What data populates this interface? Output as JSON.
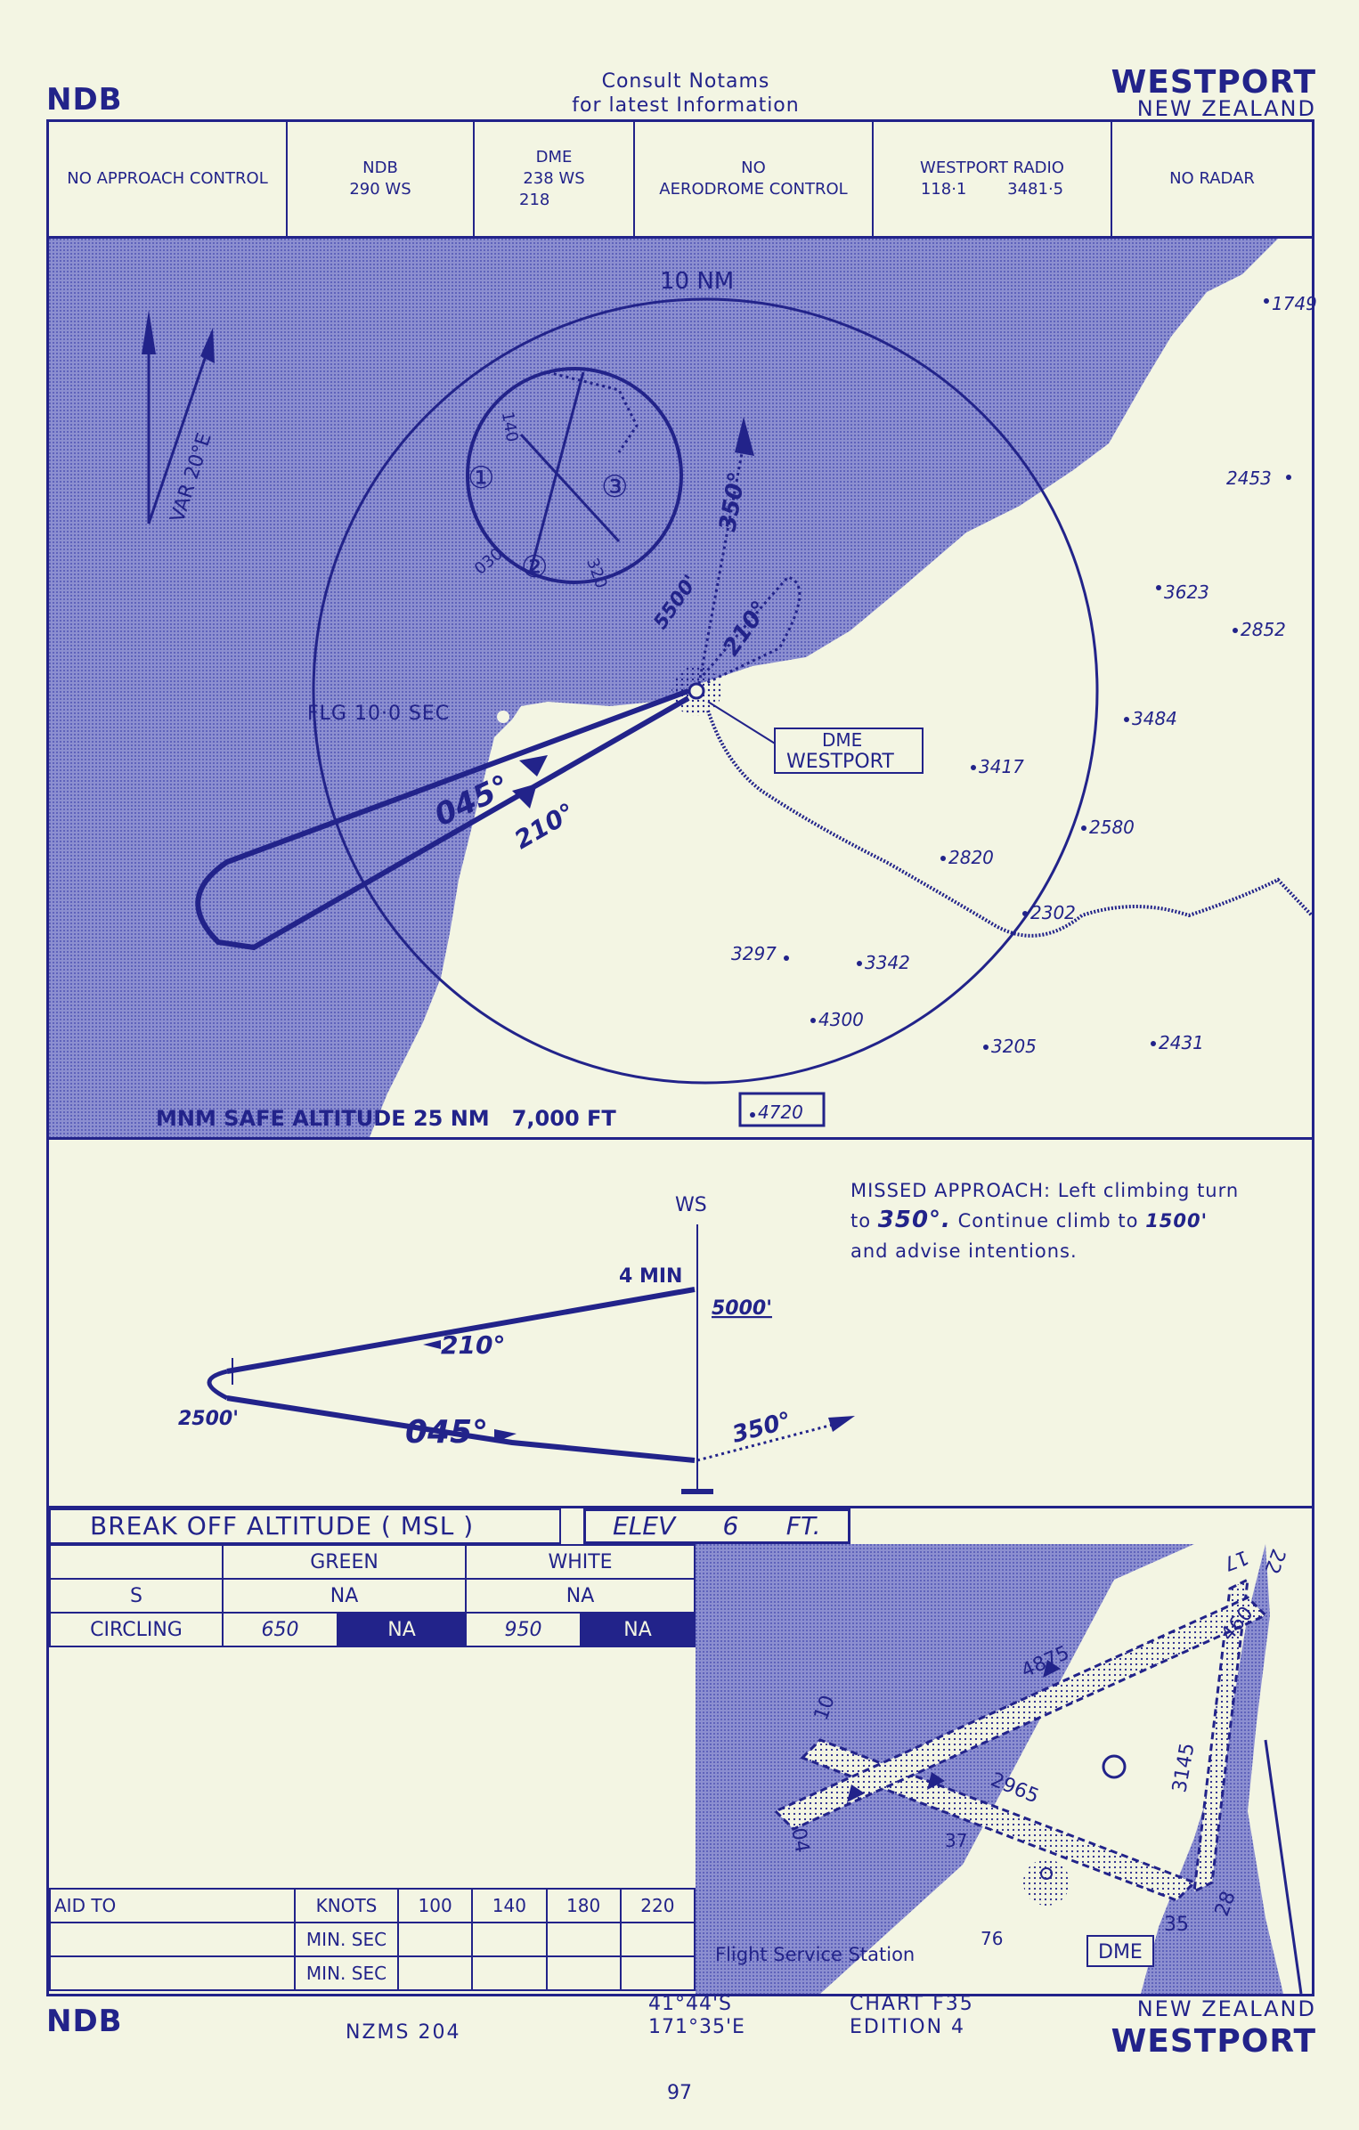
{
  "header": {
    "procedure": "NDB",
    "notice_line1": "Consult Notams",
    "notice_line2": "for latest Information",
    "airport": "WESTPORT",
    "country": "NEW ZEALAND"
  },
  "info_bar": {
    "approach": "NO APPROACH CONTROL",
    "ndb_label": "NDB",
    "ndb_freq": "290 WS",
    "dme_label": "DME",
    "dme_chan": "238 WS",
    "dme_sub": "218",
    "aerodrome_no": "NO",
    "aerodrome": "AERODROME CONTROL",
    "radio_name": "WESTPORT RADIO",
    "radio_f1": "118·1",
    "radio_f2": "3481·5",
    "radar": "NO RADAR"
  },
  "plan_view": {
    "range_ring": "10 NM",
    "var": "VAR 20°E",
    "light": "FLG 10·0 SEC",
    "dme_label": "DME",
    "dme_name": "WESTPORT",
    "inbound_track": "045°",
    "outbound_track": "210°",
    "missed_track": "350°",
    "hold_alt": "5500'",
    "hold_track": "210°",
    "sector_labels": [
      "①",
      "②",
      "③"
    ],
    "sector_bearings": [
      "140",
      "030",
      "320"
    ],
    "msa": "MNM SAFE ALTITUDE 25 NM   7,000 FT",
    "spot_heights": [
      "1749",
      "2453",
      "3623",
      "2852",
      "3484",
      "3417",
      "2580",
      "2820",
      "2302",
      "3297",
      "3342",
      "4300",
      "3205",
      "2431",
      "4720"
    ]
  },
  "profile": {
    "fix": "WS",
    "time": "4 MIN",
    "start_alt": "5000'",
    "turn_alt": "2500'",
    "outbound": "210°",
    "inbound": "045°",
    "missed": "350°",
    "missed_text1": "MISSED APPROACH: Left climbing turn",
    "missed_text2_a": "to",
    "missed_text2_hdg": "350°.",
    "missed_text2_b": "Continue climb to",
    "missed_text2_alt": "1500'",
    "missed_text3": "and advise intentions."
  },
  "minima": {
    "title": "BREAK OFF ALTITUDE ( MSL )",
    "elev": "ELEV      6      FT.",
    "green": "GREEN",
    "white": "WHITE",
    "rows": [
      {
        "label": "S",
        "green": "NA",
        "white": "NA"
      },
      {
        "label": "CIRCLING",
        "green": "650",
        "green_na": "NA",
        "white": "950",
        "white_na": "NA"
      }
    ]
  },
  "timing": {
    "aid_to": "AID TO",
    "knots": "KNOTS",
    "speeds": [
      "100",
      "140",
      "180",
      "220"
    ],
    "min_sec": "MIN. SEC"
  },
  "aerodrome": {
    "runways": [
      "17",
      "22",
      "10",
      "04",
      "28",
      "35"
    ],
    "lengths": [
      "4875",
      "2965",
      "3145",
      "460"
    ],
    "marks": [
      "37",
      "76"
    ],
    "fss": "Flight Service Station",
    "dme": "DME"
  },
  "footer": {
    "procedure": "NDB",
    "map_ref": "NZMS 204",
    "lat": "41°44'S",
    "lon": "171°35'E",
    "chart": "CHART F35",
    "edition": "EDITION 4",
    "country": "NEW ZEALAND",
    "airport": "WESTPORT",
    "page": "97"
  }
}
